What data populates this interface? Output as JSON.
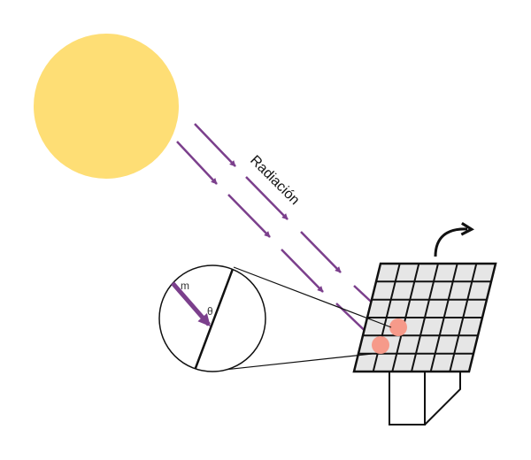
{
  "diagram": {
    "ray_label": "Radiación",
    "mass_label": "m",
    "angle_label": "θ",
    "colors": {
      "sun": "#FEDE75",
      "ray": "#7B3F8C",
      "panel_fill": "#E6E6E6",
      "panel_stroke": "#111111",
      "impact": "#F69A8A",
      "arrow": "#111111"
    }
  }
}
